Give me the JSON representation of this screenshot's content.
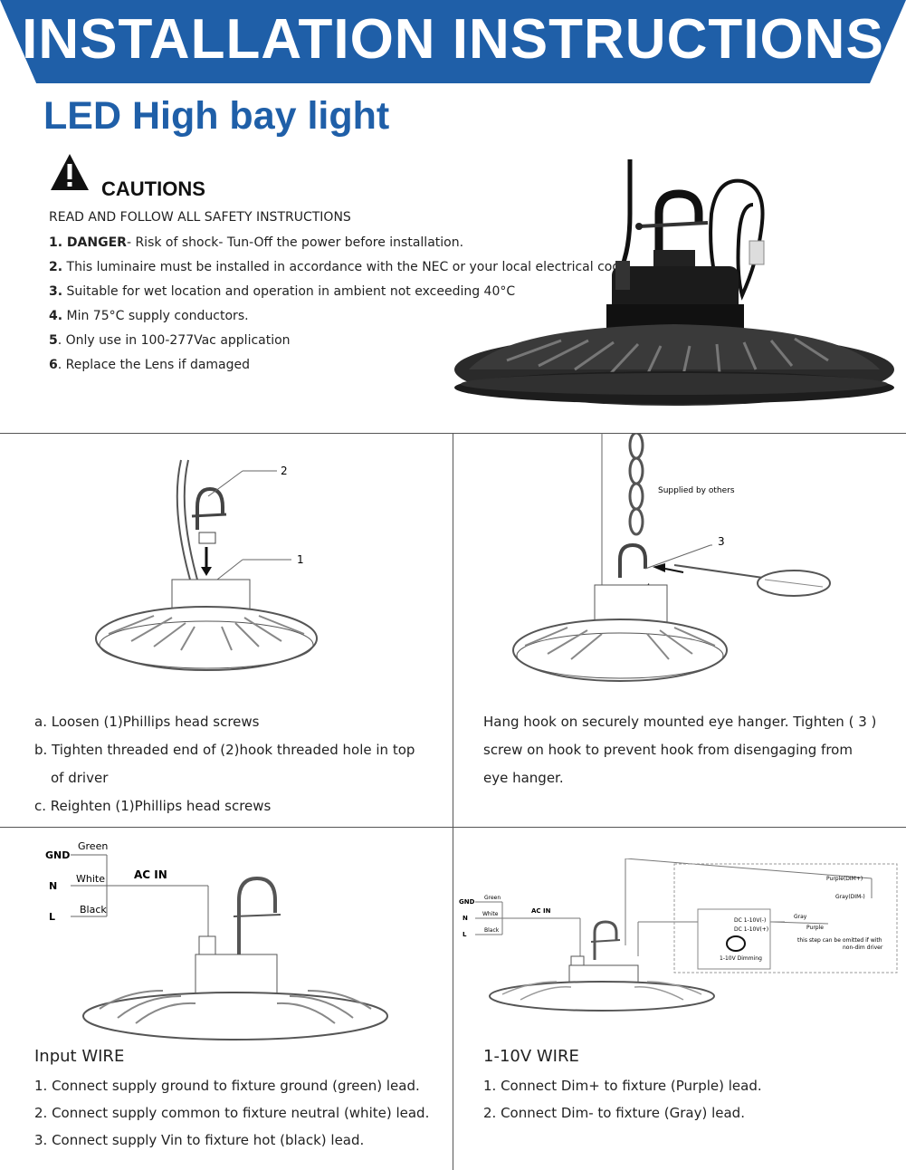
{
  "banner": {
    "title": "INSTALLATION INSTRUCTIONS",
    "color": "#1f5fa8"
  },
  "subtitle": "LED High bay light",
  "cautions": {
    "title": "CAUTIONS",
    "read_line": "READ AND FOLLOW ALL SAFETY INSTRUCTIONS",
    "items": [
      {
        "num": "1. DANGER",
        "text": "- Risk of shock- Tun-Off the power before installation."
      },
      {
        "num": "2.",
        "text": " This luminaire must be installed in accordance with the NEC or your  local  electrical code."
      },
      {
        "num": "3.",
        "text": " Suitable for wet location and operation in ambient not exceeding  40°C"
      },
      {
        "num": "4.",
        "text": " Min 75°C supply conductors."
      },
      {
        "num": "5",
        "text": ". Only use in 100-277Vac application"
      },
      {
        "num": "6",
        "text": ". Replace the Lens if damaged"
      }
    ]
  },
  "step1": {
    "callouts": {
      "hook": "2",
      "screw": "1"
    },
    "lines": [
      "a.  Loosen (1)Phillips head screws",
      "b. Tighten  threaded end of (2)hook threaded hole in top",
      "    of driver",
      "c.  Reighten (1)Phillips head screws"
    ]
  },
  "step2": {
    "supplied_label": "Supplied  by others",
    "callout": "3",
    "lines": [
      "Hang hook on securely mounted eye hanger. Tighten ( 3 )",
      "screw on hook to prevent hook from disengaging from",
      "eye hanger."
    ]
  },
  "input_wire": {
    "labels": {
      "gnd": "GND",
      "n": "N",
      "l": "L",
      "green": "Green",
      "white": "White",
      "black": "Black",
      "ac_in": "AC  IN"
    },
    "title": "Input WIRE",
    "lines": [
      "1. Connect supply ground to fixture ground (green) lead.",
      "2. Connect supply common to fixture neutral (white) lead.",
      "3. Connect supply Vin to fixture hot (black) lead."
    ]
  },
  "dim_wire": {
    "labels": {
      "gnd": "GND",
      "n": "N",
      "l": "L",
      "green": "Green",
      "white": "White",
      "black": "Black",
      "ac_in": "AC  IN",
      "purple_dim": "Purple(DIM+)",
      "gray_dim": "Gray(DIM-)",
      "gray": "Gray",
      "purple": "Purple",
      "dc_minus": "DC 1-10V(-)",
      "dc_plus": "DC 1-10V(+)",
      "dimming": "1-10V Dimming",
      "omit1": "this step can be omitted if with",
      "omit2": "non-dim driver"
    },
    "title": "1-10V WIRE",
    "lines": [
      "1. Connect Dim+ to fixture  (Purple) lead.",
      "2. Connect  Dim-  to fixture (Gray) lead."
    ]
  }
}
